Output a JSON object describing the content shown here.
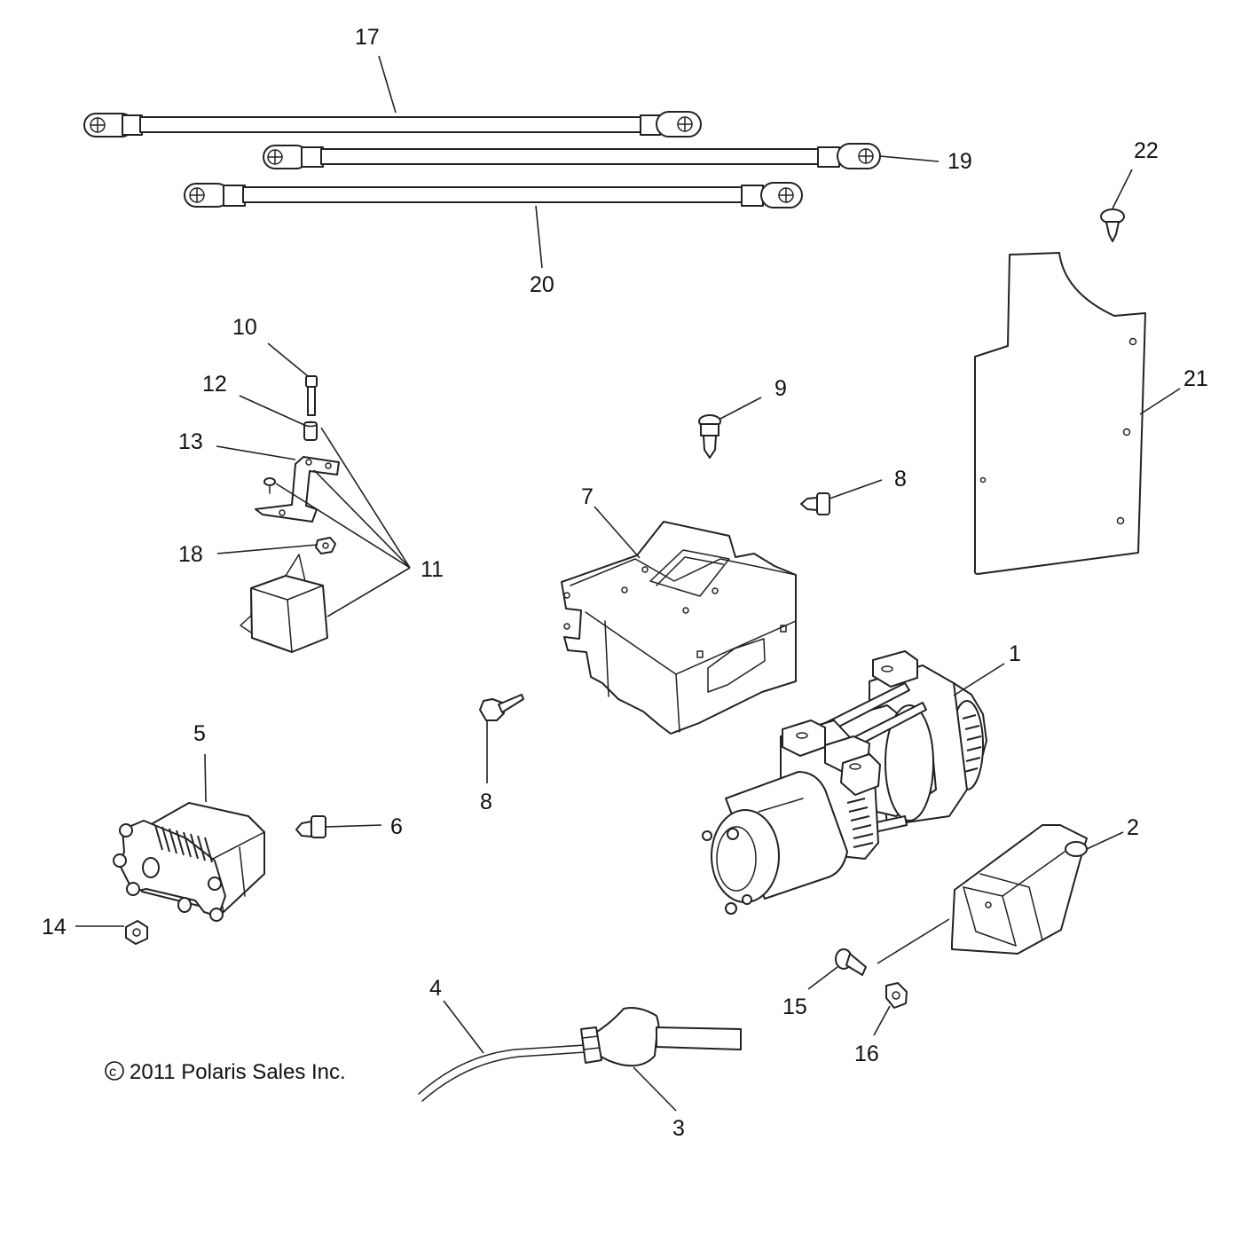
{
  "callouts": {
    "c1": "1",
    "c2": "2",
    "c3": "3",
    "c4": "4",
    "c5": "5",
    "c6": "6",
    "c7": "7",
    "c8a": "8",
    "c8b": "8",
    "c9": "9",
    "c10": "10",
    "c11": "11",
    "c12": "12",
    "c13": "13",
    "c14": "14",
    "c15": "15",
    "c16": "16",
    "c17": "17",
    "c18": "18",
    "c19": "19",
    "c20": "20",
    "c21": "21",
    "c22": "22"
  },
  "copyright": "2011 Polaris Sales Inc.",
  "copyright_symbol": "c"
}
